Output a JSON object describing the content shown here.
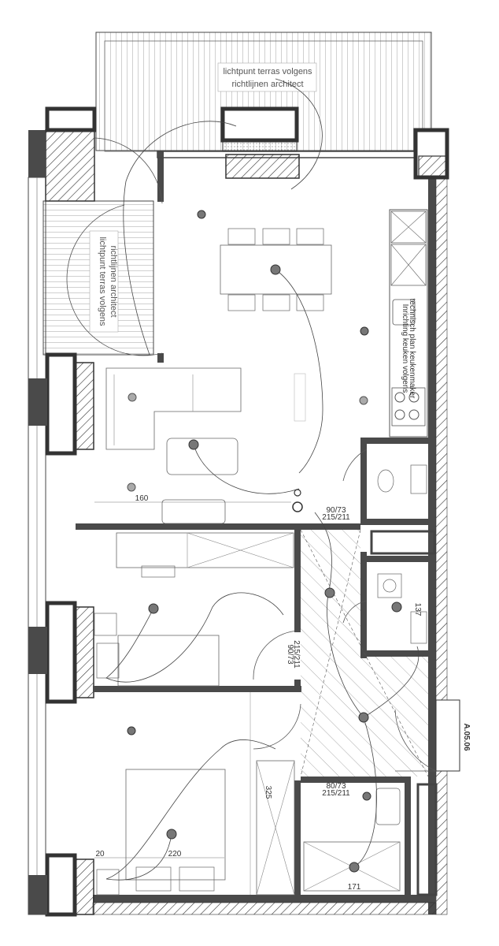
{
  "plan": {
    "note_terrace_top": [
      "lichtpunt terras volgens",
      "richtlijnen architect"
    ],
    "note_terrace_left": [
      "lichtpunt terras volgens",
      "richtlijnen architect"
    ],
    "unit_code": "A.05.06",
    "dims": {
      "d160": "160",
      "d220": "220",
      "d325": "325",
      "d171": "171",
      "d137": "137",
      "d20": "20"
    },
    "door_tags": {
      "t1": "90/73",
      "t2": "215/211",
      "t3": "90/73",
      "t4": "215/211",
      "t5": "80/73",
      "t6": "215/211"
    },
    "kitchen_note": [
      "Inrichting keuken volgens",
      "technisch plan keukenmaker"
    ],
    "colors": {
      "wall": "#4a4a4a",
      "hatch": "#888888",
      "line": "#555555"
    }
  }
}
